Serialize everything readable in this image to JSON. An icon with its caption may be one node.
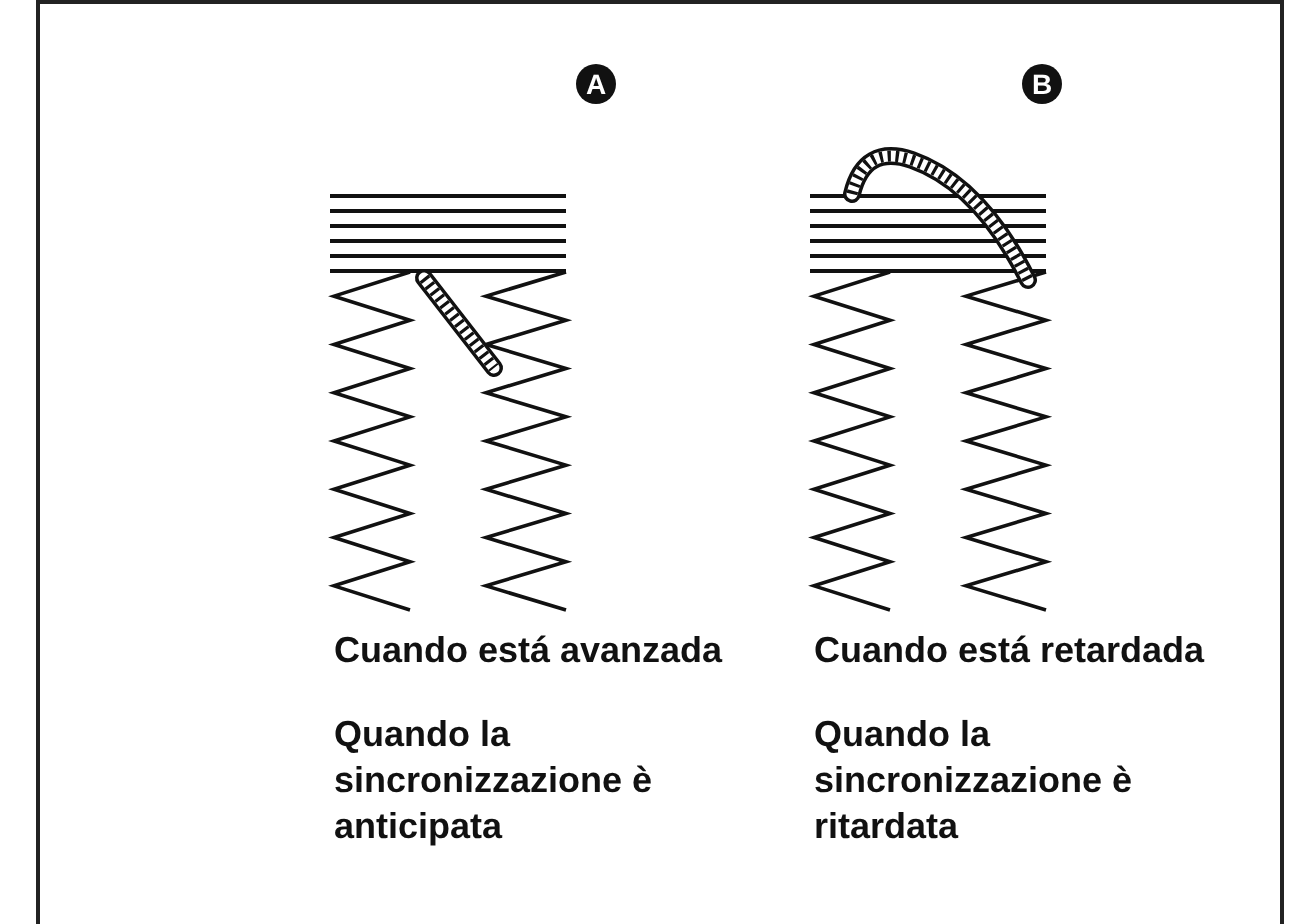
{
  "diagram": {
    "labels": [
      "A",
      "B",
      "Cuando está avanzada",
      "Cuando está retardada",
      "Quando la sincronizzazione è anticipata",
      "Quando la sincronizzazione è ritardata"
    ]
  }
}
